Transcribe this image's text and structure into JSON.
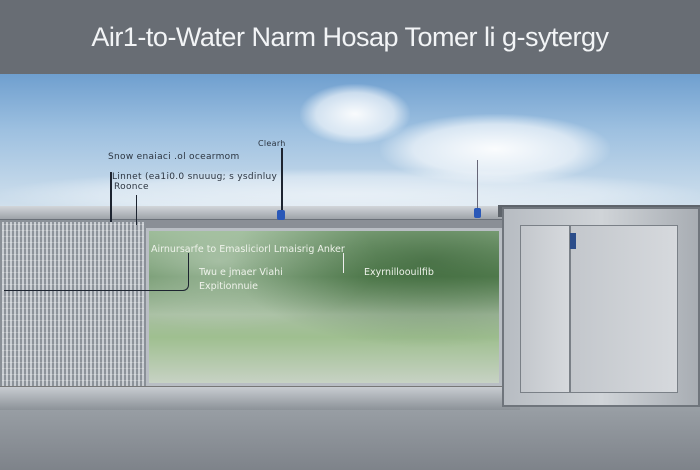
{
  "title": "Air1-to-Water Narm Hosap Tomer li g-sytergy",
  "callouts": {
    "top_right": "Clearh",
    "line1": "Snow enaiaci .ol ocearmom",
    "line2": "Linnet (ea1i0.0 snuuug; s ysdinluy",
    "line3": "Roonce"
  },
  "panel_labels": {
    "main": "Airnursarfe to Emasliciorl Lmaisrig Anker",
    "sub1": "Twu e jmaer Viahi",
    "sub2": "Expitionnuie",
    "right": "Exyrnilloouilfib"
  },
  "colors": {
    "title_bar": "#686d74",
    "sky": "#8fb6dc",
    "panel_glass": "#7fa67a",
    "unit_metal": "#c3c7cc"
  }
}
